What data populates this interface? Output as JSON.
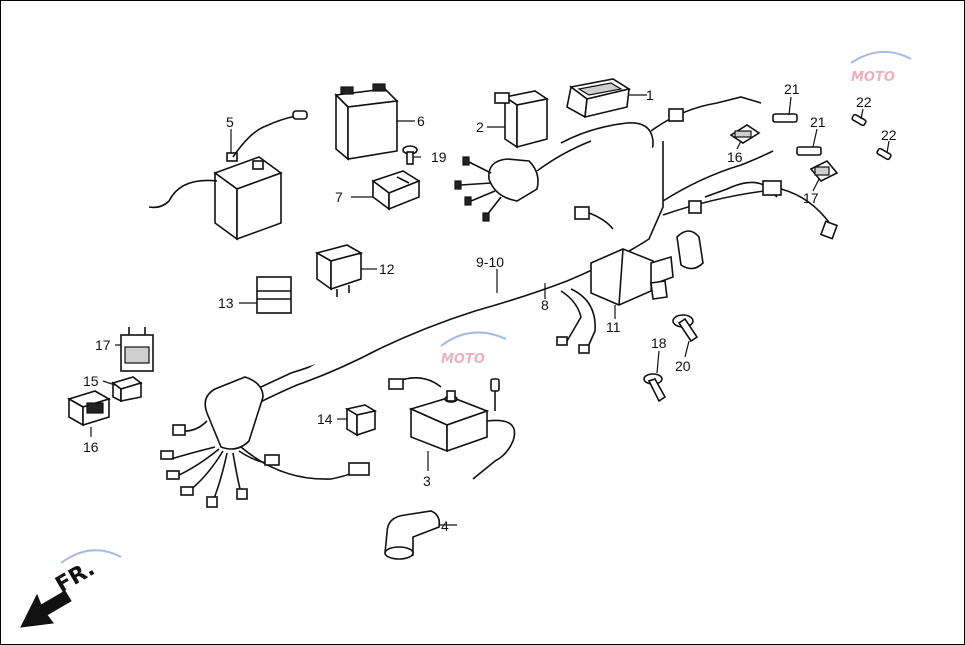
{
  "callouts": {
    "c1": "1",
    "c2": "2",
    "c3": "3",
    "c4": "4",
    "c5": "5",
    "c6": "6",
    "c7": "7",
    "c8": "8",
    "c9_10": "9-10",
    "c11": "11",
    "c12": "12",
    "c13": "13",
    "c14": "14",
    "c15": "15",
    "c16a": "16",
    "c16b": "16",
    "c17a": "17",
    "c17b": "17",
    "c18": "18",
    "c19": "19",
    "c20": "20",
    "c21a": "21",
    "c21b": "21",
    "c22a": "22",
    "c22b": "22"
  },
  "direction": {
    "label": "FR."
  },
  "watermark": {
    "text": "MOTO"
  },
  "colors": {
    "line": "#111111",
    "watermark": "#e6a0a8",
    "background": "#ffffff"
  }
}
